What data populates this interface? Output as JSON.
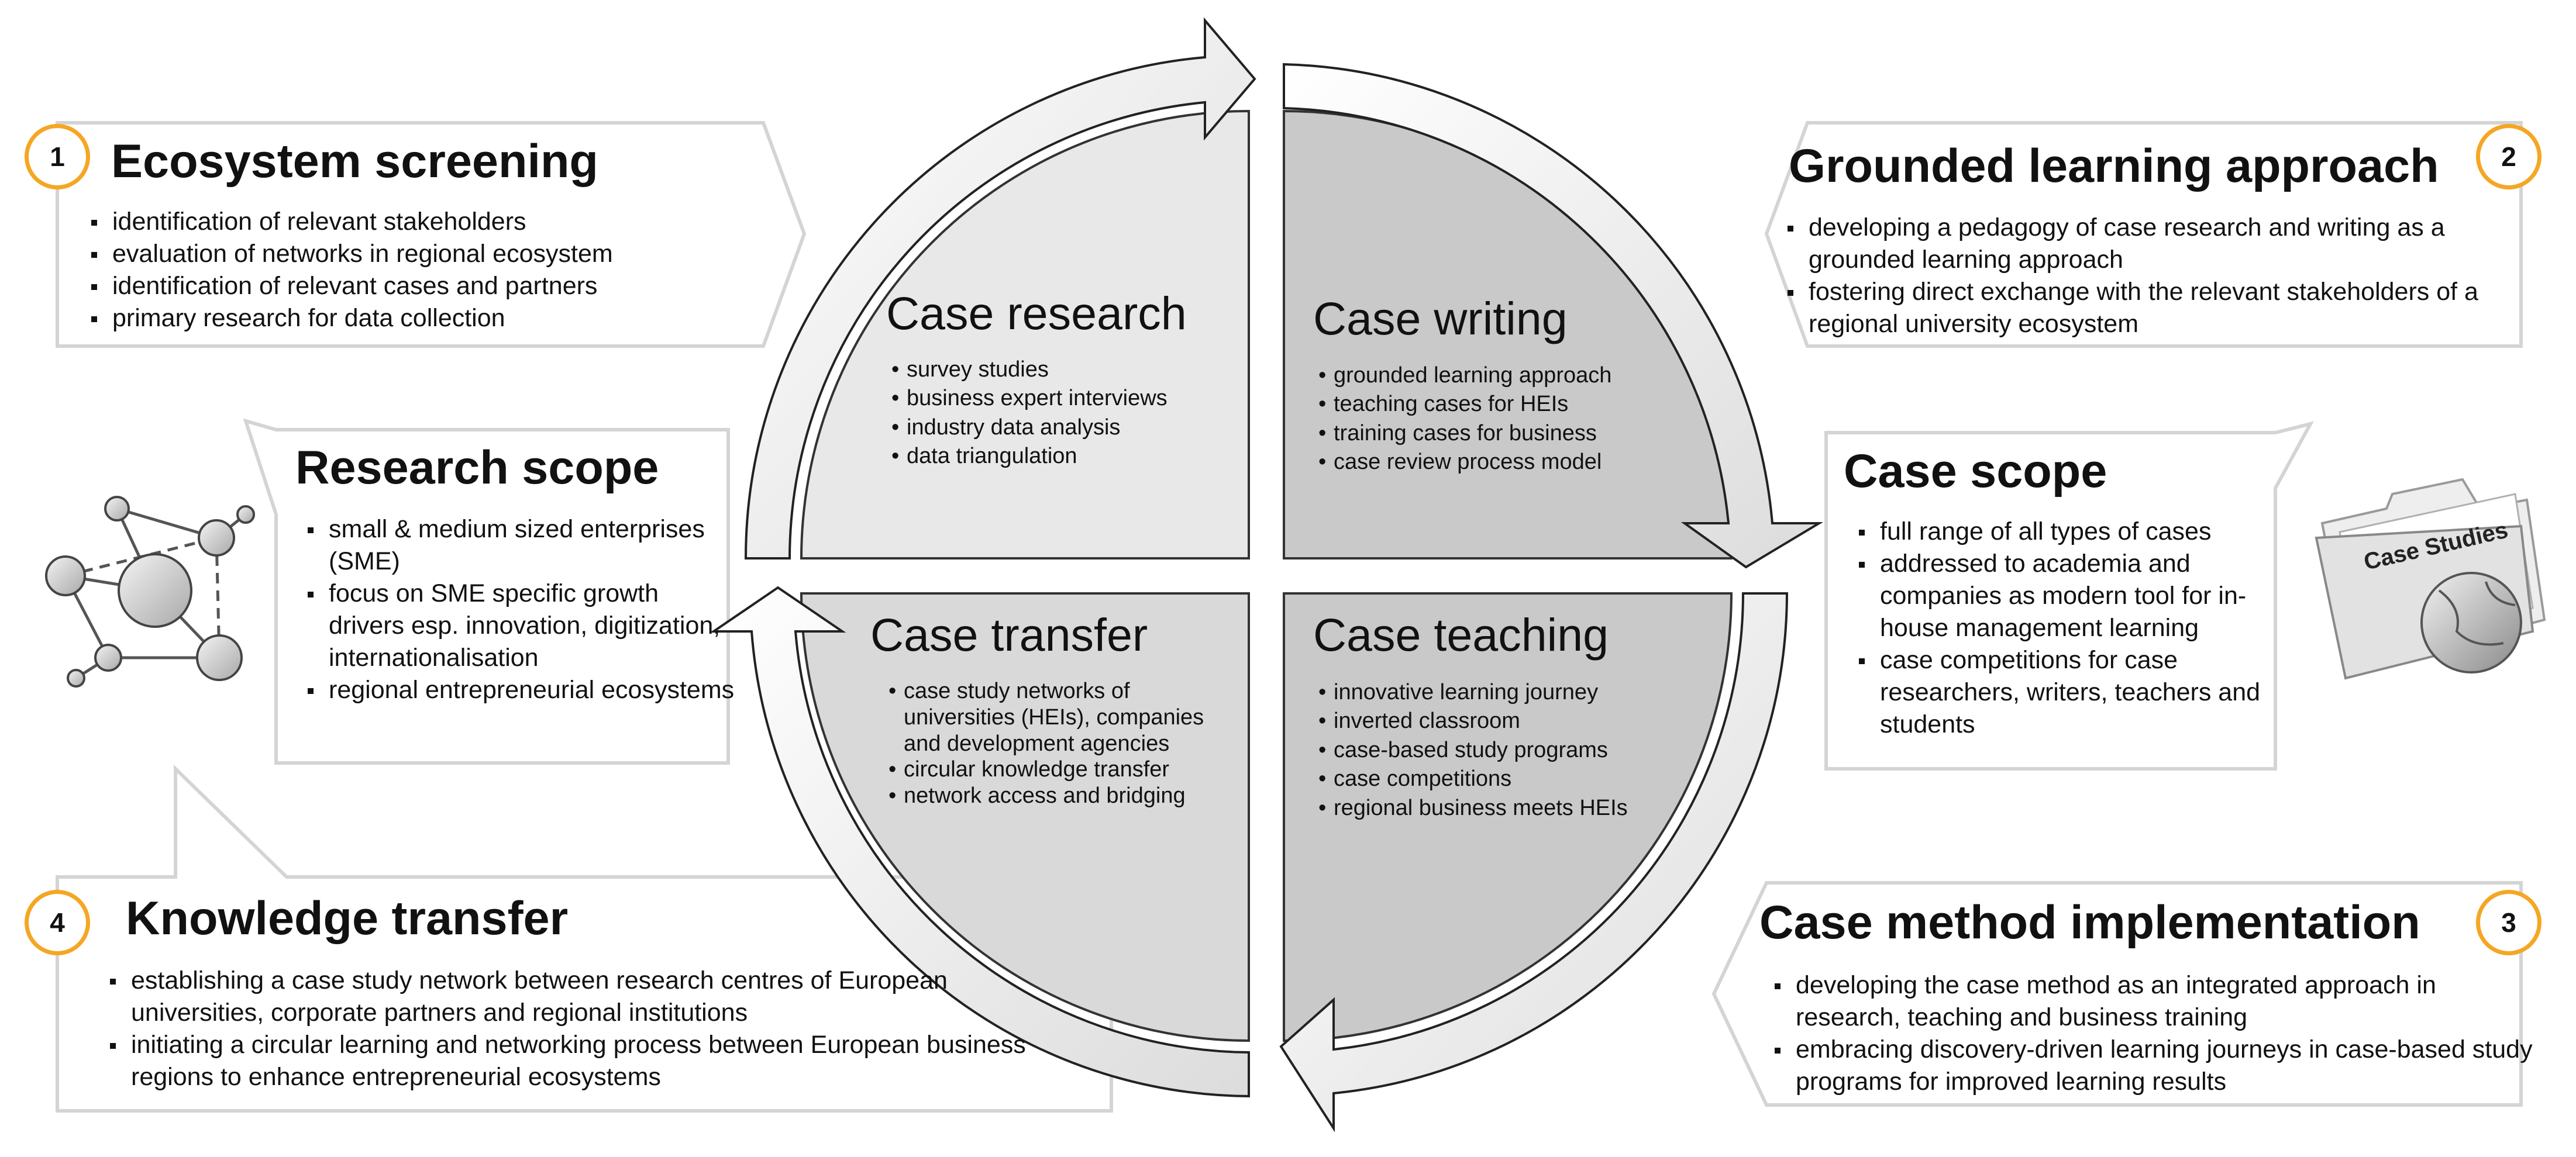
{
  "ecosystem": {
    "number": "1",
    "title": "Ecosystem screening",
    "items": [
      "identification of relevant stakeholders",
      "evaluation of networks in regional ecosystem",
      "identification of relevant cases and partners",
      "primary research for data collection"
    ]
  },
  "grounded": {
    "number": "2",
    "title": "Grounded learning approach",
    "items": [
      "developing a pedagogy of case research and writing as a grounded learning approach",
      "fostering direct exchange with the relevant stakeholders of a regional university ecosystem"
    ]
  },
  "implementation": {
    "number": "3",
    "title": "Case method implementation",
    "items": [
      "developing the case method as an integrated approach in research, teaching and business training",
      "embracing discovery-driven learning journeys in case-based study programs for improved learning results"
    ]
  },
  "knowledge": {
    "number": "4",
    "title": "Knowledge transfer",
    "items": [
      "establishing a case study network between research centres of European universities, corporate partners and regional institutions",
      "initiating a circular learning and networking process between European business regions to enhance entrepreneurial ecosystems"
    ]
  },
  "research_scope": {
    "title": "Research scope",
    "items": [
      "small & medium sized enterprises (SME)",
      "focus on SME specific growth drivers esp. innovation, digitization, internationalisation",
      "regional entrepreneurial ecosystems"
    ]
  },
  "case_scope": {
    "title": "Case scope",
    "items": [
      "full range of all types of cases",
      "addressed to academia and companies as modern tool for in-house management learning",
      "case competitions for case researchers, writers, teachers and students"
    ]
  },
  "cycle": {
    "research": {
      "title": "Case research",
      "items": [
        "survey studies",
        "business expert interviews",
        "industry data analysis",
        "data triangulation"
      ]
    },
    "writing": {
      "title": "Case writing",
      "items": [
        "grounded learning approach",
        "teaching cases for HEIs",
        "training cases for business",
        "case review process model"
      ]
    },
    "transfer": {
      "title": "Case transfer",
      "items": [
        "case study networks of universities (HEIs), companies and development agencies",
        "circular knowledge transfer",
        "network access and bridging"
      ]
    },
    "teaching": {
      "title": "Case teaching",
      "items": [
        "innovative learning journey",
        "inverted classroom",
        "case-based study programs",
        "case competitions",
        "regional business meets HEIs"
      ]
    }
  },
  "folder_label": "Case Studies",
  "colors": {
    "accent": "#F5A623",
    "quadrant_light": "#E6E6E6",
    "quadrant_dark": "#C8C8C8",
    "frame": "#D0D0D0"
  }
}
